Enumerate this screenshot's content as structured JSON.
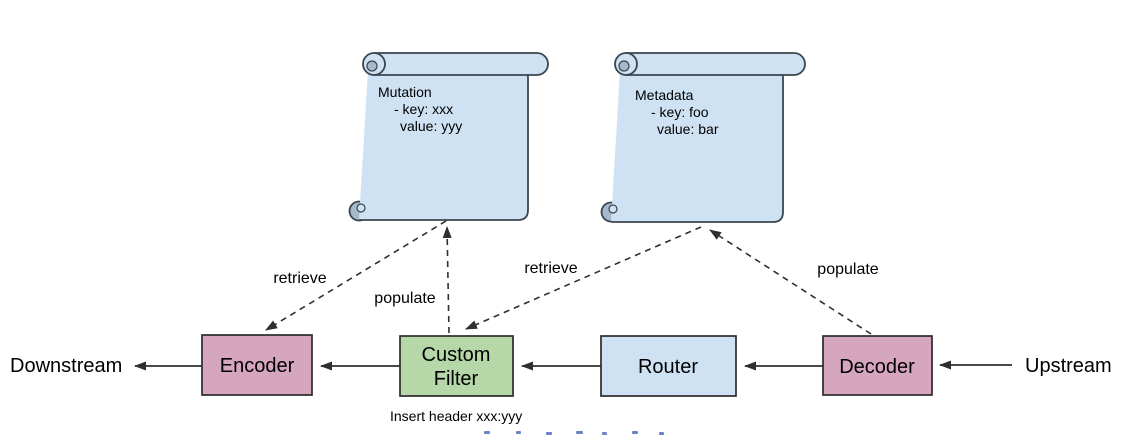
{
  "colors": {
    "background": "#ffffff",
    "scroll_fill": "#cfe2f3",
    "scroll_curl": "#a6b8cb",
    "scroll_border": "#3a454f",
    "box_border": "#2b2b2b",
    "pink_fill": "#d5a6bd",
    "green_fill": "#b6d7a8",
    "blue_fill": "#cfe2f3",
    "arrow_color": "#2f2f2f",
    "text_color": "#000000",
    "clipped_text_color": "#6c84c4"
  },
  "scrolls": {
    "mutation": {
      "title": "Mutation",
      "key_line": "- key: xxx",
      "value_line": "value: yyy"
    },
    "metadata": {
      "title": "Metadata",
      "key_line": "- key: foo",
      "value_line": "value: bar"
    }
  },
  "nodes": {
    "encoder": "Encoder",
    "custom_filter": {
      "line1": "Custom",
      "line2": "Filter"
    },
    "router": "Router",
    "decoder": "Decoder"
  },
  "endpoints": {
    "downstream": "Downstream",
    "upstream": "Upstream"
  },
  "edges": {
    "mutation_retrieve": "retrieve",
    "mutation_populate": "populate",
    "metadata_retrieve": "retrieve",
    "metadata_populate": "populate"
  },
  "caption": "Insert  header xxx:yyy"
}
